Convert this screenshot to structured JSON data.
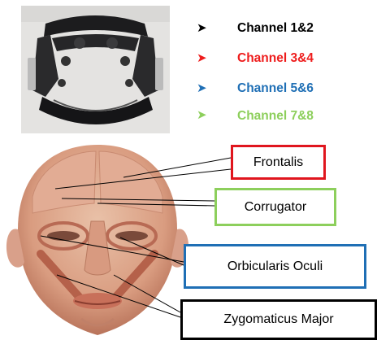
{
  "legend": {
    "items": [
      {
        "label": "Channel 1&2",
        "color": "#000000"
      },
      {
        "label": "Channel 3&4",
        "color": "#ee1c1c"
      },
      {
        "label": "Channel 5&6",
        "color": "#1f6fb5"
      },
      {
        "label": "Channel 7&8",
        "color": "#8dcf5c"
      }
    ]
  },
  "muscles": [
    {
      "label": "Frontalis",
      "border_color": "#e0161e"
    },
    {
      "label": "Corrugator",
      "border_color": "#8dcf5c"
    },
    {
      "label": "Orbicularis Oculi",
      "border_color": "#1f6fb5"
    },
    {
      "label": "Zygomaticus Major",
      "border_color": "#000000"
    }
  ]
}
